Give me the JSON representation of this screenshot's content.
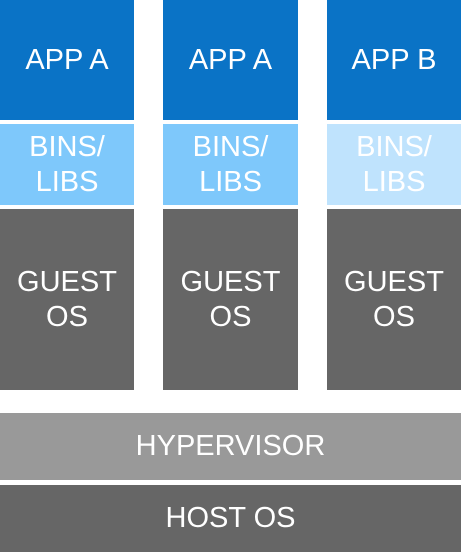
{
  "columns": [
    {
      "app": "APP A",
      "bins": "BINS/\nLIBS",
      "guest": "GUEST\nOS"
    },
    {
      "app": "APP A",
      "bins": "BINS/\nLIBS",
      "guest": "GUEST\nOS"
    },
    {
      "app": "APP B",
      "bins": "BINS/\nLIBS",
      "guest": "GUEST\nOS"
    }
  ],
  "hypervisor": "HYPERVISOR",
  "host_os": "HOST OS",
  "colors": {
    "app": "#0a73c6",
    "bins_standard": "#7ec8fb",
    "bins_light": "#bfe3fd",
    "guest_os": "#666666",
    "hypervisor": "#999999",
    "host_os": "#666666",
    "text": "#ffffff"
  }
}
